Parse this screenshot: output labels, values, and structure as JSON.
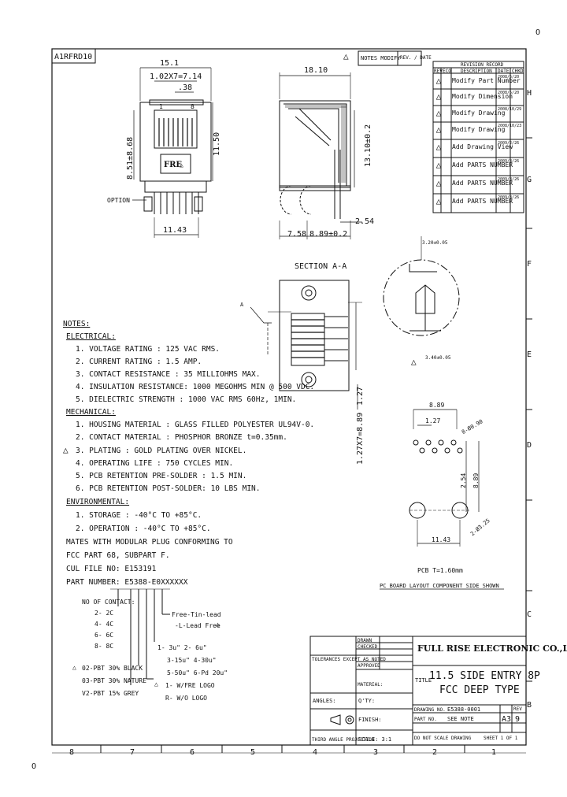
{
  "page": {
    "corner_top_right": "O",
    "corner_bottom_left": "O",
    "drawing_label": "A1RFRD10",
    "zone_letters_right": [
      "H",
      "G",
      "F",
      "E",
      "D",
      "C",
      "B"
    ],
    "zone_numbers_bottom": [
      "8",
      "7",
      "6",
      "5",
      "4",
      "3",
      "2",
      "1"
    ]
  },
  "notes_modify": {
    "title": "NOTES MODIFY",
    "col": "REV. / DATE"
  },
  "revision": {
    "header": "REVISION RECORD",
    "cols": [
      "REV",
      "ECO",
      "DESCRIPTION",
      "DATE",
      "CHKD"
    ],
    "rows": [
      {
        "mark": "△",
        "desc": "Modify Part Number",
        "date": "2008/5/20"
      },
      {
        "mark": "△",
        "desc": "Modify Dimension",
        "date": "2008/5/20"
      },
      {
        "mark": "△",
        "desc": "Modify Drawing",
        "date": "2008/10/29"
      },
      {
        "mark": "△",
        "desc": "Modify Drawing",
        "date": "2008/10/23"
      },
      {
        "mark": "△",
        "desc": "Add Drawing View",
        "date": "2009/2/26"
      },
      {
        "mark": "△",
        "desc": "Add PARTS NUMBER",
        "date": "2009/8/26"
      },
      {
        "mark": "△",
        "desc": "Add PARTS NUMBER",
        "date": "2009/8/26"
      },
      {
        "mark": "△",
        "desc": "Add PARTS NUMBER",
        "date": "2009/8/26"
      }
    ]
  },
  "front_view": {
    "dim_width": "15.1",
    "dim_pitch": "1.02X7=7.14",
    "dim_pin": ".38",
    "pin1": "1",
    "pin8": "8",
    "dim_height": "11.50",
    "dim_left": "8.51±8.68",
    "logo": "FRE",
    "option": "OPTION",
    "dim_bottom": "11.43"
  },
  "side_view": {
    "dim_top": "18.10",
    "dim_right": "13.10±0.2",
    "dim_2_54": "2.54",
    "dim_7_58": "7.58",
    "dim_8_89": "8.89±0.2"
  },
  "section": {
    "title": "SECTION A-A",
    "label_a": "A",
    "dim_vert": "1.27X7=8.89",
    "dim_1_27": "1.27",
    "dim_circle": "3.20±0.05",
    "dim_detail": "3.40±0.05"
  },
  "pcb": {
    "dim_8_89": "8.89",
    "dim_1_27": "1.27",
    "dim_holes": "8-Ø0.90",
    "dim_2_54": "2.54",
    "dim_8_89v": "8.89",
    "dim_3_25": "2-Ø3.25",
    "dim_11_43": "11.43",
    "thickness": "PCB T=1.60mm",
    "layout_title": "PC BOARD LAYOUT COMPONENT SIDE SHOWN"
  },
  "notes": {
    "title": "NOTES:",
    "electrical_title": "ELECTRICAL:",
    "electrical": [
      "1. VOLTAGE RATING       : 125 VAC RMS.",
      "2. CURRENT RATING       : 1.5 AMP.",
      "3. CONTACT RESISTANCE   : 35 MILLIOHMS MAX.",
      "4. INSULATION RESISTANCE: 1000 MEGOHMS MIN @ 500 VDC.",
      "5. DIELECTRIC STRENGTH  : 1000 VAC RMS 60Hz, 1MIN."
    ],
    "mechanical_title": "MECHANICAL:",
    "mechanical": [
      "1. HOUSING MATERIAL     : GLASS FILLED POLYESTER UL94V-0.",
      "2. CONTACT MATERIAL     : PHOSPHOR BRONZE t=0.35mm.",
      "3. PLATING              : GOLD PLATING OVER NICKEL.",
      "4. OPERATING LIFE       : 750 CYCLES MIN.",
      "5. PCB RETENTION PRE-SOLDER : 1.5 MIN.",
      "6. PCB RETENTION POST-SOLDER: 10 LBS MIN."
    ],
    "environmental_title": "ENVIRONMENTAL:",
    "environmental": [
      "1. STORAGE   : -40°C TO +85°C.",
      "2. OPERATION : -40°C TO +85°C."
    ],
    "extra": [
      "MATES WITH MODULAR PLUG CONFORMING TO",
      "FCC PART 68, SUBPART F.",
      "CUL FILE NO: E153191",
      "PART NUMBER: E5388-E0XXXXXX"
    ]
  },
  "partnum": {
    "no_contact": "NO OF CONTACT:",
    "contacts": [
      "2- 2C",
      "4- 4C",
      "6- 6C",
      "8- 8C"
    ],
    "lead_free": [
      "Free-Tin-lead",
      "-L-Lead Free"
    ],
    "plating": [
      "1- 3u\"   2- 6u\"",
      "3-15u\"  4-30u\"",
      "5-50u\"  6-Pd 20u\""
    ],
    "logo": [
      "1- W/FRE LOGO",
      "R- W/O LOGO"
    ],
    "colors": [
      "02-PBT 30% BLACK",
      "03-PBT 30% NATURE",
      "V2-PBT 15% GREY"
    ]
  },
  "title_block": {
    "company": "FULL RISE ELECTRONIC CO.,LTD",
    "title_label": "TITLE",
    "title_line1": "11.5 SIDE ENTRY 8P",
    "title_line2": "FCC DEEP TYPE",
    "drawing_no_label": "DRAWING NO.",
    "drawing_no": "E5388-0001",
    "part_no_label": "PART NO.",
    "part_no": "SEE NOTE",
    "size": "A3",
    "rev": "9",
    "rev_label": "REV",
    "scale_note": "DO NOT SCALE DRAWING",
    "sheet": "SHEET 1 OF 1",
    "angles_label": "ANGLES:",
    "material_label": "MATERIAL:",
    "qty_label": "Q'TY:",
    "finish_label": "FINISH:",
    "projection": "THIRD ANGLE PROJECTION",
    "scale": "SCALE: 3:1",
    "tolerance": "TOLERANCES EXCEPT AS NOTED",
    "drawn": "DRAWN",
    "checked": "CHECKED",
    "approved": "APPROVED"
  }
}
